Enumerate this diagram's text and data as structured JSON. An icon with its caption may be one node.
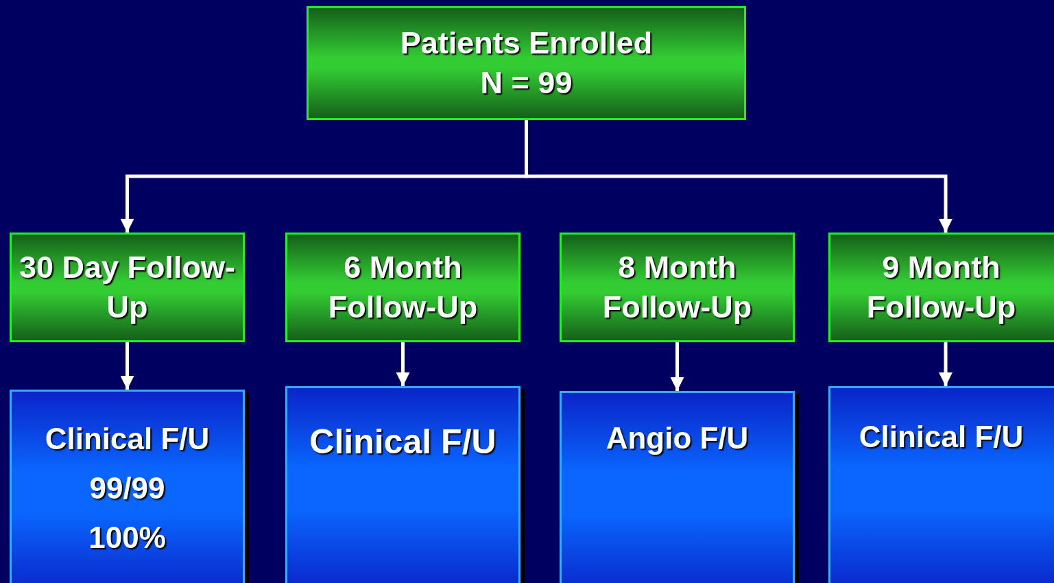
{
  "diagram": {
    "nodes": [
      {
        "text": [
          "Patients Enrolled",
          "N = 99"
        ]
      },
      {
        "text": [
          "30 Day Follow-Up"
        ]
      },
      {
        "text": [
          "6 Month Follow-Up"
        ]
      },
      {
        "text": [
          "8 Month Follow-Up"
        ]
      },
      {
        "text": [
          "9 Month Follow-Up"
        ]
      },
      {
        "text": [
          "Clinical F/U",
          "99/99",
          "100%"
        ]
      },
      {
        "text": [
          "Clinical F/U"
        ]
      },
      {
        "text": [
          "Angio F/U"
        ]
      },
      {
        "text": [
          "Clinical F/U"
        ]
      }
    ],
    "edges": [
      {
        "from": 0,
        "to": 1,
        "arrow": "to"
      },
      {
        "from": 0,
        "to": 4,
        "arrow": "to"
      },
      {
        "from": 1,
        "to": 5,
        "arrow": "to"
      },
      {
        "from": 2,
        "to": 6,
        "arrow": "to"
      },
      {
        "from": 3,
        "to": 7,
        "arrow": "to"
      },
      {
        "from": 4,
        "to": 8,
        "arrow": "to"
      }
    ]
  }
}
